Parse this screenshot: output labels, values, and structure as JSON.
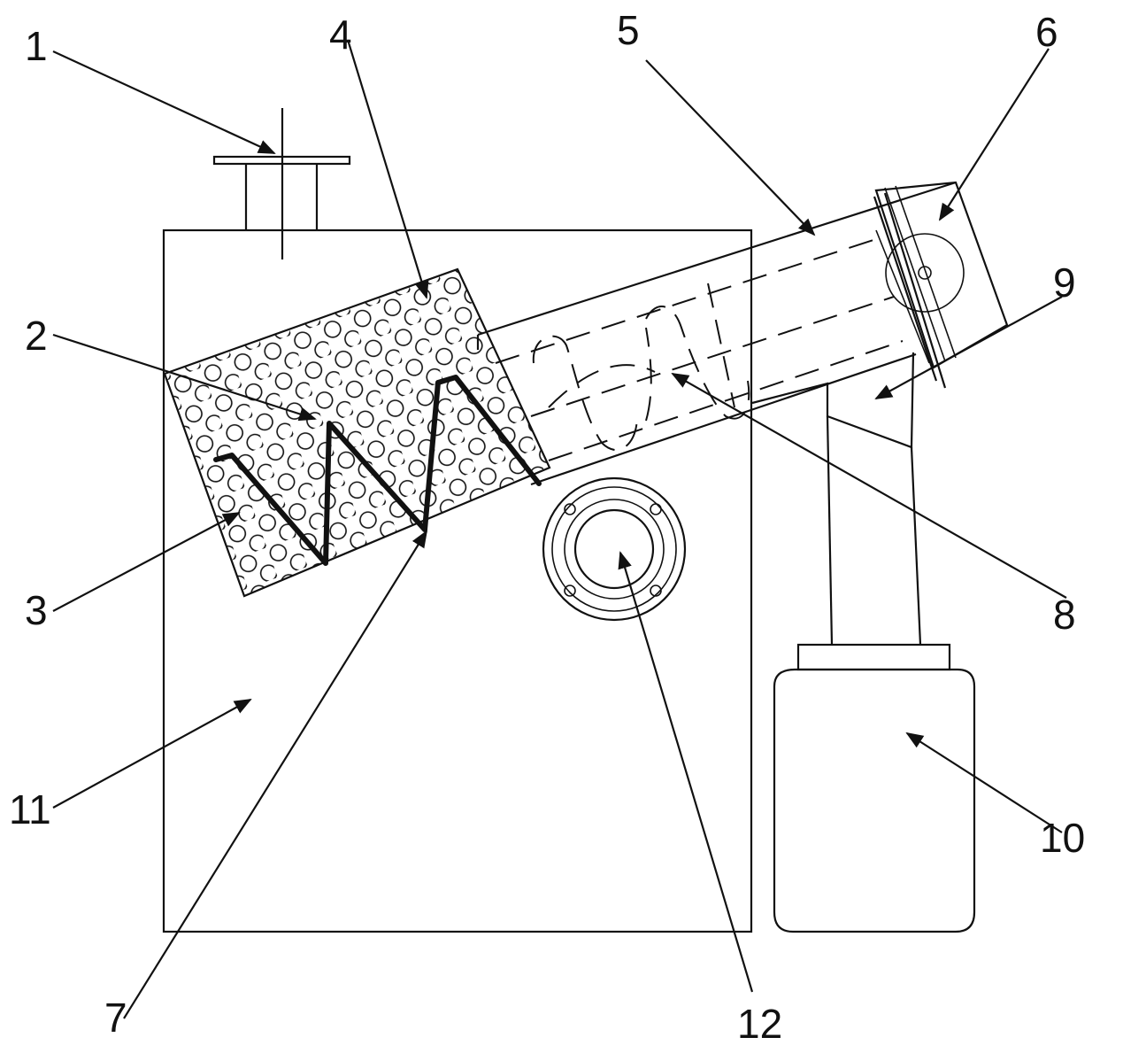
{
  "figure": {
    "colors": {
      "ink": "#111111",
      "background": "#ffffff"
    },
    "labels": [
      {
        "id": "label-1",
        "text": "1"
      },
      {
        "id": "label-2",
        "text": "2"
      },
      {
        "id": "label-3",
        "text": "3"
      },
      {
        "id": "label-4",
        "text": "4"
      },
      {
        "id": "label-5",
        "text": "5"
      },
      {
        "id": "label-6",
        "text": "6"
      },
      {
        "id": "label-7",
        "text": "7"
      },
      {
        "id": "label-8",
        "text": "8"
      },
      {
        "id": "label-9",
        "text": "9"
      },
      {
        "id": "label-10",
        "text": "10"
      },
      {
        "id": "label-11",
        "text": "11"
      },
      {
        "id": "label-12",
        "text": "12"
      }
    ]
  }
}
